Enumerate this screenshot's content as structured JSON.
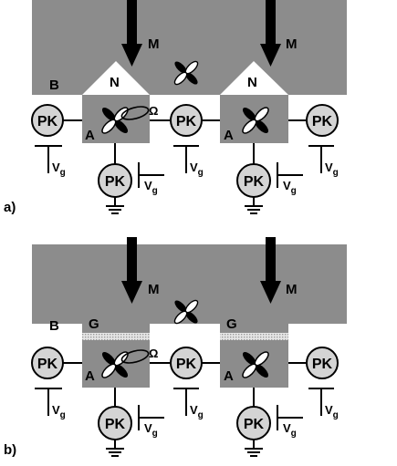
{
  "colors": {
    "band": "#8c8c8c",
    "pad": "#8c8c8c",
    "pk_fill": "#d4d4d4",
    "stroke": "#000000",
    "gate_pattern": "#d0d0d0",
    "background": "#ffffff"
  },
  "panel_a": {
    "label": "a)",
    "arrow_label_1": "M",
    "arrow_label_2": "M",
    "tri_label_1": "N",
    "tri_label_2": "N",
    "band_label": "B",
    "pad_label_1": "A",
    "pad_label_2": "A",
    "omega": "Ω",
    "pk_labels": [
      "PK",
      "PK",
      "PK",
      "PK",
      "PK"
    ],
    "vg_labels": [
      "V",
      "V",
      "V",
      "V",
      "V"
    ],
    "vg_subs": [
      "g",
      "g",
      "g",
      "g",
      "g"
    ]
  },
  "panel_b": {
    "label": "b)",
    "arrow_label_1": "M",
    "arrow_label_2": "M",
    "gate_label_1": "G",
    "gate_label_2": "G",
    "band_label": "B",
    "pad_label_1": "A",
    "pad_label_2": "A",
    "omega": "Ω",
    "pk_labels": [
      "PK",
      "PK",
      "PK",
      "PK",
      "PK"
    ],
    "vg_labels": [
      "V",
      "V",
      "V",
      "V",
      "V"
    ],
    "vg_subs": [
      "g",
      "g",
      "g",
      "g",
      "g"
    ]
  }
}
